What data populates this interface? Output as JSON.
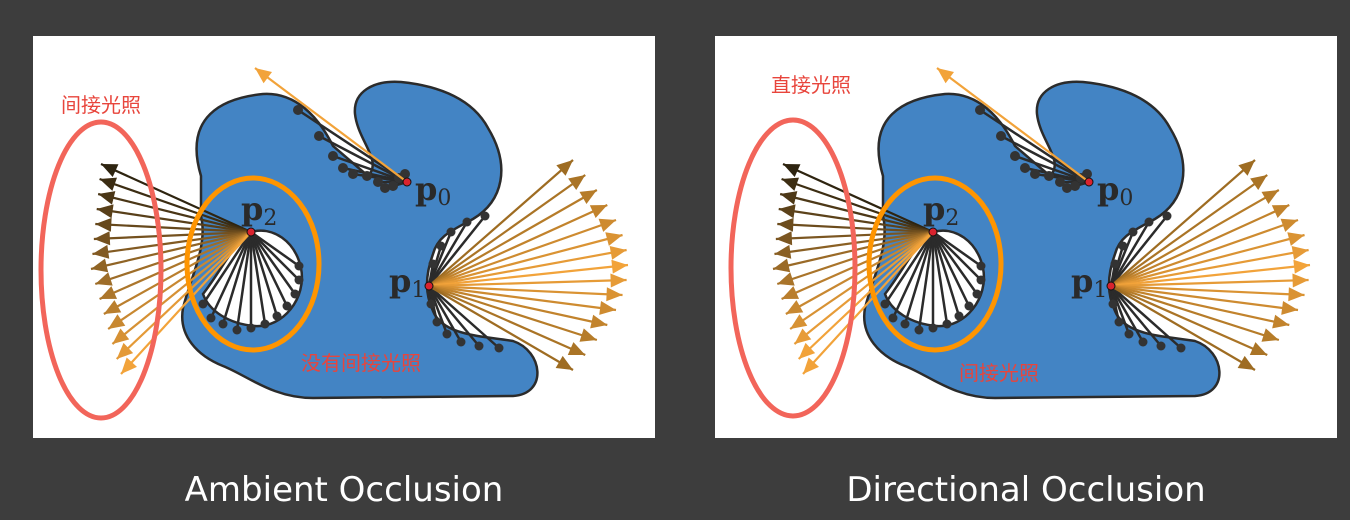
{
  "panels": [
    {
      "caption": "Ambient Occlusion",
      "annot_outer": "间接光照",
      "annot_inner": "没有间接光照"
    },
    {
      "caption": "Directional Occlusion",
      "annot_outer": "直接光照",
      "annot_inner": "间接光照"
    }
  ],
  "points": {
    "p0": "p",
    "p0_sub": "0",
    "p1": "p",
    "p1_sub": "1",
    "p2": "p",
    "p2_sub": "2"
  },
  "colors": {
    "shape_fill": "#4384c4",
    "outline": "#2b2b2b",
    "red_ellipse": "#f2655a",
    "orange_ellipse": "#ff9500",
    "annot_text": "#e8453c",
    "ray_orange": "#f2a33a",
    "ray_dark": "#2e2410",
    "point_red": "#d9232e"
  }
}
